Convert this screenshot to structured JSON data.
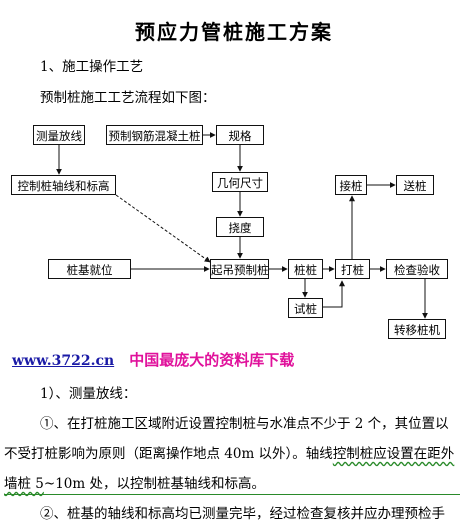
{
  "title": "预应力管桩施工方案",
  "section_heading": "1、施工操作工艺",
  "intro_line": "预制桩施工工艺流程如下图：",
  "flow": {
    "measure": "测量放线",
    "precast": "预制钢筋混凝土桩",
    "spec": "规格",
    "control": "控制桩轴线和标高",
    "dimension": "几何尺寸",
    "deflection": "挠度",
    "pile_position": "桩基就位",
    "lift": "起吊预制桩",
    "set_pile": "桩桩",
    "trial_pile": "试桩",
    "drive": "打桩",
    "inspect": "检查验收",
    "splice": "接桩",
    "send": "送桩",
    "move_rig": "转移桩机"
  },
  "banner": {
    "site": "www.3722.cn",
    "slogan": "中国最庞大的资料库下载"
  },
  "sub_heading": "1）、测量放线：",
  "para1": {
    "line1": "①、在打桩施工区域附近设置控制桩与水准点不少于 2 个，其位置以",
    "line2_a": "不受打桩影响为原则（距离操作地点 40m 以外）。轴线",
    "line2_b": "控制桩应设置在距外",
    "line3_a": "墙桩 5",
    "line3_b": "~10m 处，以控制桩基轴线和标高。"
  },
  "para2": {
    "line1": "②、桩基的轴线和标高均已测量完毕，经过检查复核并应办理预检手"
  }
}
